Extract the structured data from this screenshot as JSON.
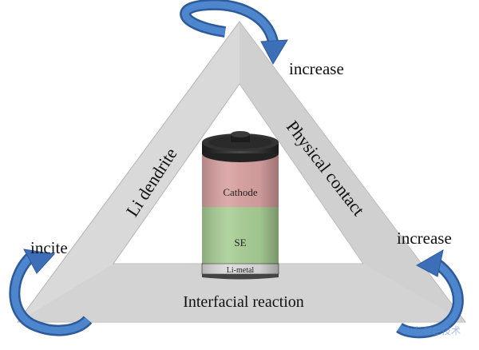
{
  "diagram": {
    "center_battery": {
      "top_layer": "Cathode",
      "middle_layer": "SE",
      "bottom_layer": "Li-metal"
    },
    "edges": {
      "left": "Li dendrite",
      "right": "Physical contact",
      "bottom": "Interfacial reaction"
    },
    "arrow_labels": {
      "top": "increase",
      "left": "incite",
      "right": "increase"
    },
    "watermark": "山东有色技术",
    "colors": {
      "triangle_fill": "#d9d9d9",
      "triangle_shade": "#c6c6c6",
      "arrow_blue": "#3c6fb8",
      "cathode": "#d9a1a1",
      "se": "#a9cf96",
      "li_metal": "#dcdcdc"
    }
  }
}
